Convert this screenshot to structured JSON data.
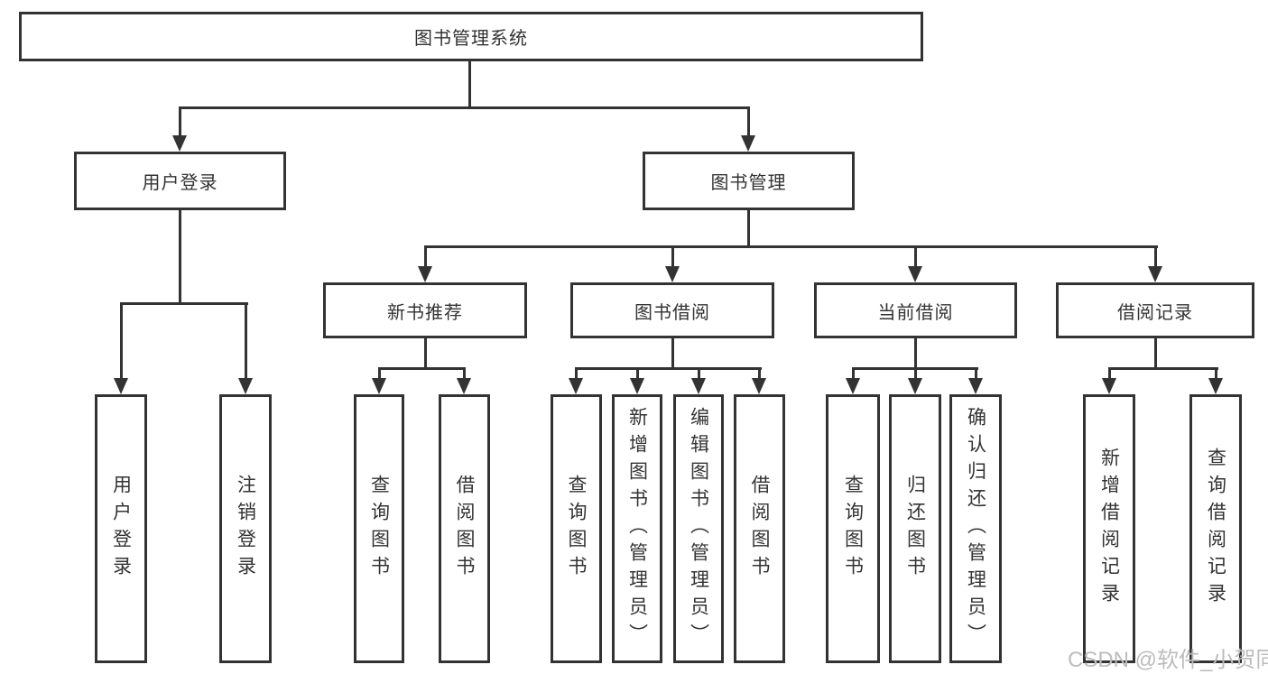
{
  "diagram": {
    "root": {
      "label": "图书管理系统"
    },
    "branches": [
      {
        "label": "用户登录",
        "leaves": [
          {
            "label": "用户登录"
          },
          {
            "label": "注销登录"
          }
        ]
      },
      {
        "label": "图书管理",
        "groups": [
          {
            "label": "新书推荐",
            "leaves": [
              {
                "label": "查询图书"
              },
              {
                "label": "借阅图书"
              }
            ]
          },
          {
            "label": "图书借阅",
            "leaves": [
              {
                "label": "查询图书"
              },
              {
                "label": "新增图书（管理员）"
              },
              {
                "label": "编辑图书（管理员）"
              },
              {
                "label": "借阅图书"
              }
            ]
          },
          {
            "label": "当前借阅",
            "leaves": [
              {
                "label": "查询图书"
              },
              {
                "label": "归还图书"
              },
              {
                "label": "确认归还（管理员）"
              }
            ]
          },
          {
            "label": "借阅记录",
            "leaves": [
              {
                "label": "新增借阅记录"
              },
              {
                "label": "查询借阅记录"
              }
            ]
          }
        ]
      }
    ]
  },
  "colors": {
    "line": "#333333",
    "text": "#333333",
    "background": "#ffffff",
    "watermark": "#bcbcbc"
  },
  "watermark": {
    "text": "CSDN @软件_小贺同学"
  }
}
